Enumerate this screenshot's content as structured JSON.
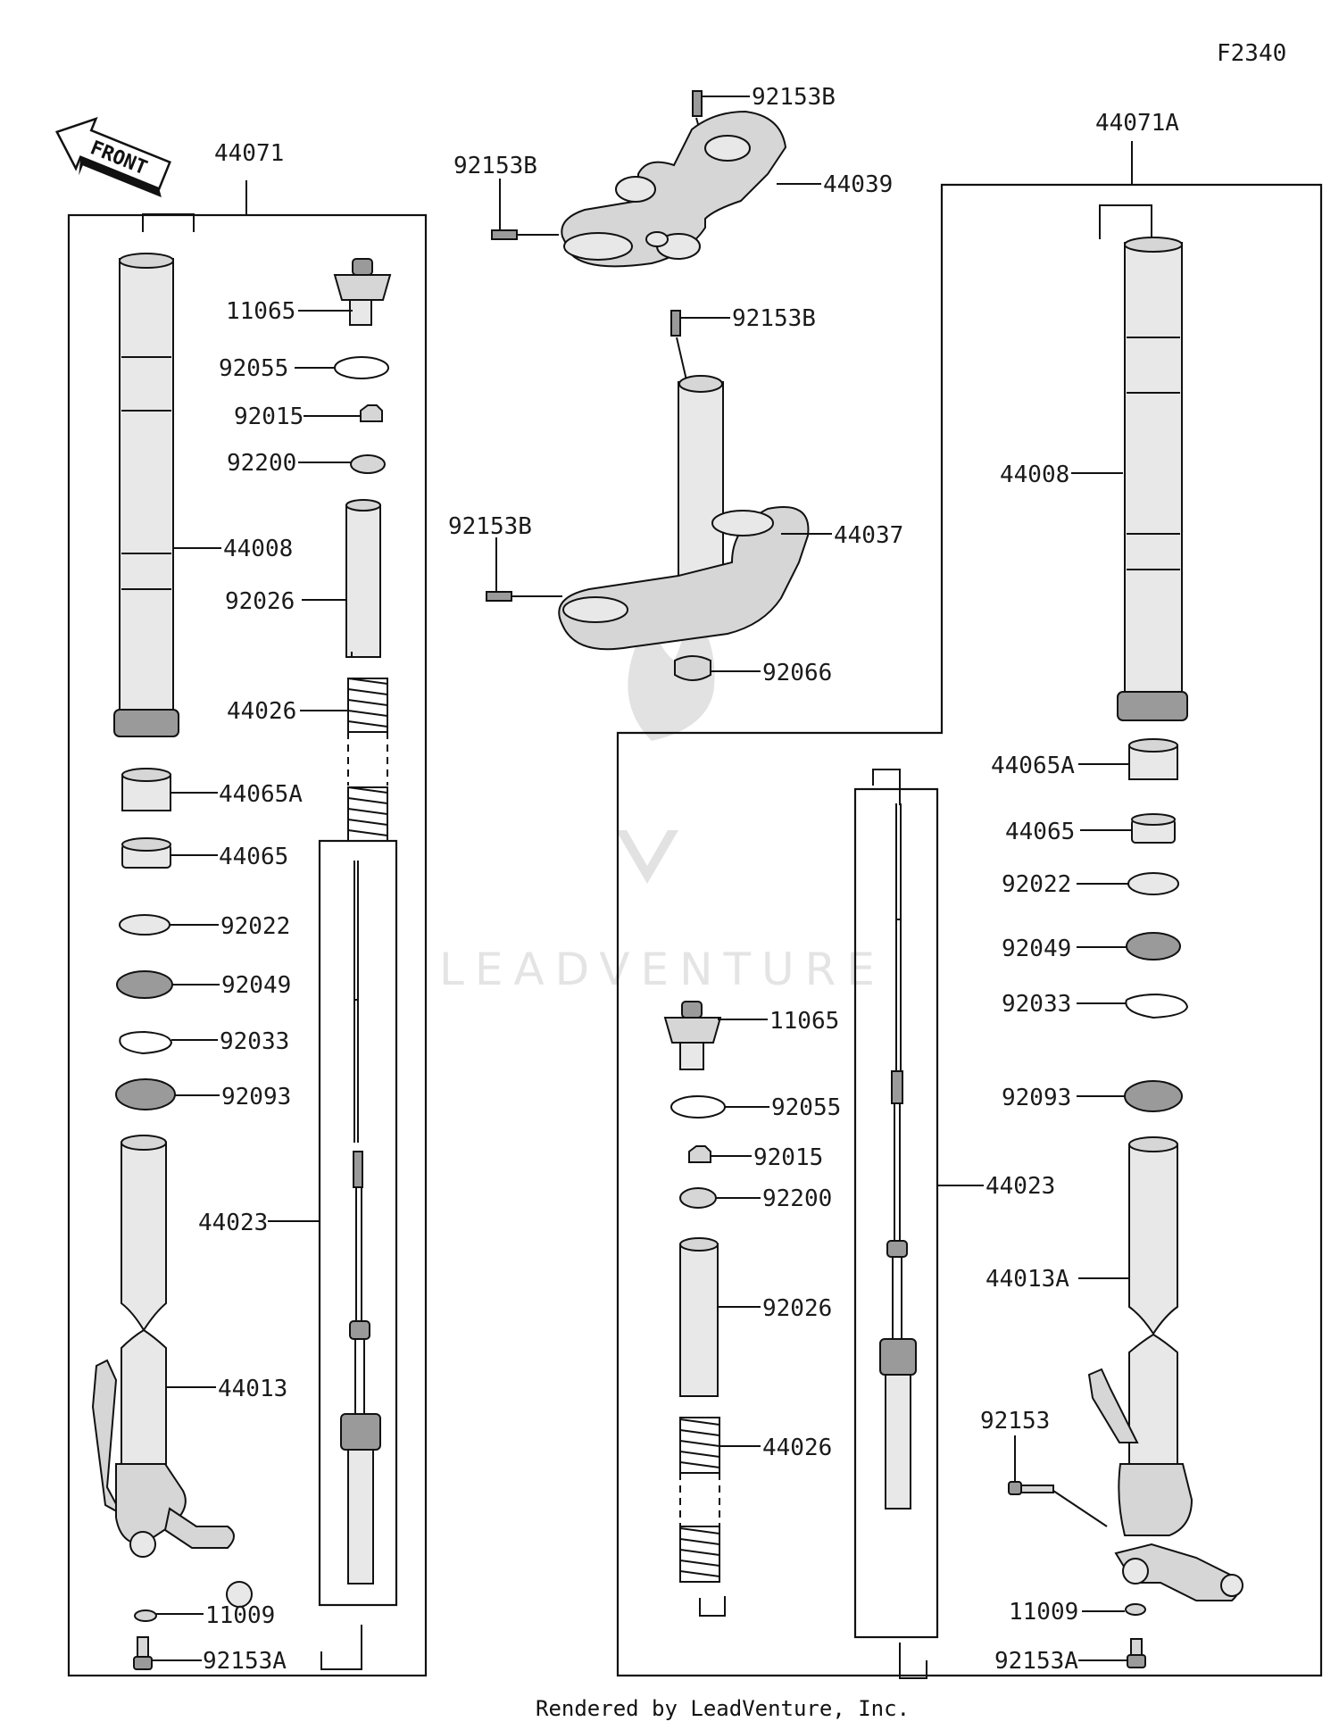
{
  "diagram_code": "F2340",
  "front_label": "FRONT",
  "watermark": "LEADVENTURE",
  "footer": "Rendered by LeadVenture, Inc.",
  "labels": {
    "l_44071": "44071",
    "l_44071A": "44071A",
    "l_11065_a": "11065",
    "l_92055_a": "92055",
    "l_92015_a": "92015",
    "l_92200_a": "92200",
    "l_44008_a": "44008",
    "l_92026_a": "92026",
    "l_44026_a": "44026",
    "l_44065A_a": "44065A",
    "l_44065_a": "44065",
    "l_92022_a": "92022",
    "l_92049_a": "92049",
    "l_92033_a": "92033",
    "l_92093_a": "92093",
    "l_44023_a": "44023",
    "l_44013": "44013",
    "l_11009_a": "11009",
    "l_92153A_a": "92153A",
    "l_92153B_1": "92153B",
    "l_92153B_2": "92153B",
    "l_44039": "44039",
    "l_92153B_3": "92153B",
    "l_92153B_4": "92153B",
    "l_44037": "44037",
    "l_92066": "92066",
    "l_44008_b": "44008",
    "l_44065A_b": "44065A",
    "l_44065_b": "44065",
    "l_92022_b": "92022",
    "l_92049_b": "92049",
    "l_92033_b": "92033",
    "l_11065_b": "11065",
    "l_92093_b": "92093",
    "l_92055_b": "92055",
    "l_92015_b": "92015",
    "l_44023_b": "44023",
    "l_92200_b": "92200",
    "l_92026_b": "92026",
    "l_44013A": "44013A",
    "l_92153": "92153",
    "l_44026_b": "44026",
    "l_11009_b": "11009",
    "l_92153A_b": "92153A"
  }
}
